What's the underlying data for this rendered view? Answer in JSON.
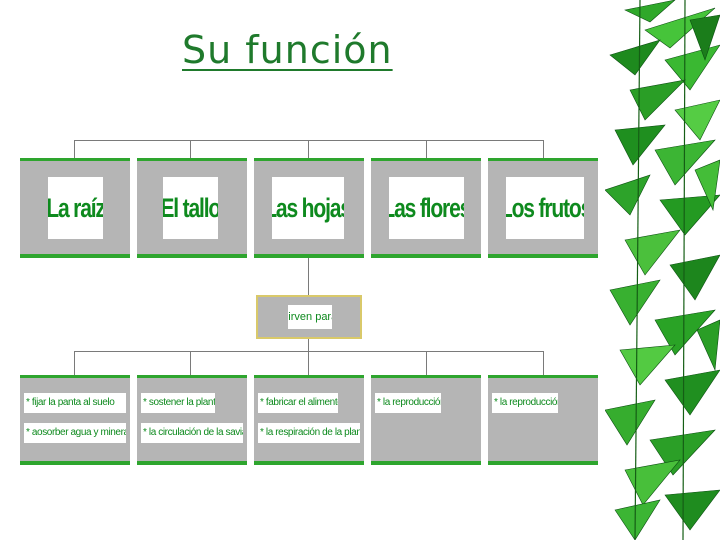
{
  "title": "Su función",
  "parts": [
    {
      "label": "La raíz"
    },
    {
      "label": "El tallo"
    },
    {
      "label": "Las hojas"
    },
    {
      "label": "Las flores"
    },
    {
      "label": "Los frutos"
    }
  ],
  "connector": "sirven para",
  "functions": [
    [
      "* fijar la panta al suelo",
      "* aosorber agua y minerales"
    ],
    [
      "* sostener la planta",
      "* la circulación de la savia"
    ],
    [
      "* fabricar el alimento",
      "* la respiración de la planta"
    ],
    [
      "* la reproducción"
    ],
    [
      "* la reproducción"
    ]
  ],
  "colors": {
    "accent": "#1f7a2c",
    "panel": "#b5b5b5",
    "border": "#2ea52e"
  }
}
